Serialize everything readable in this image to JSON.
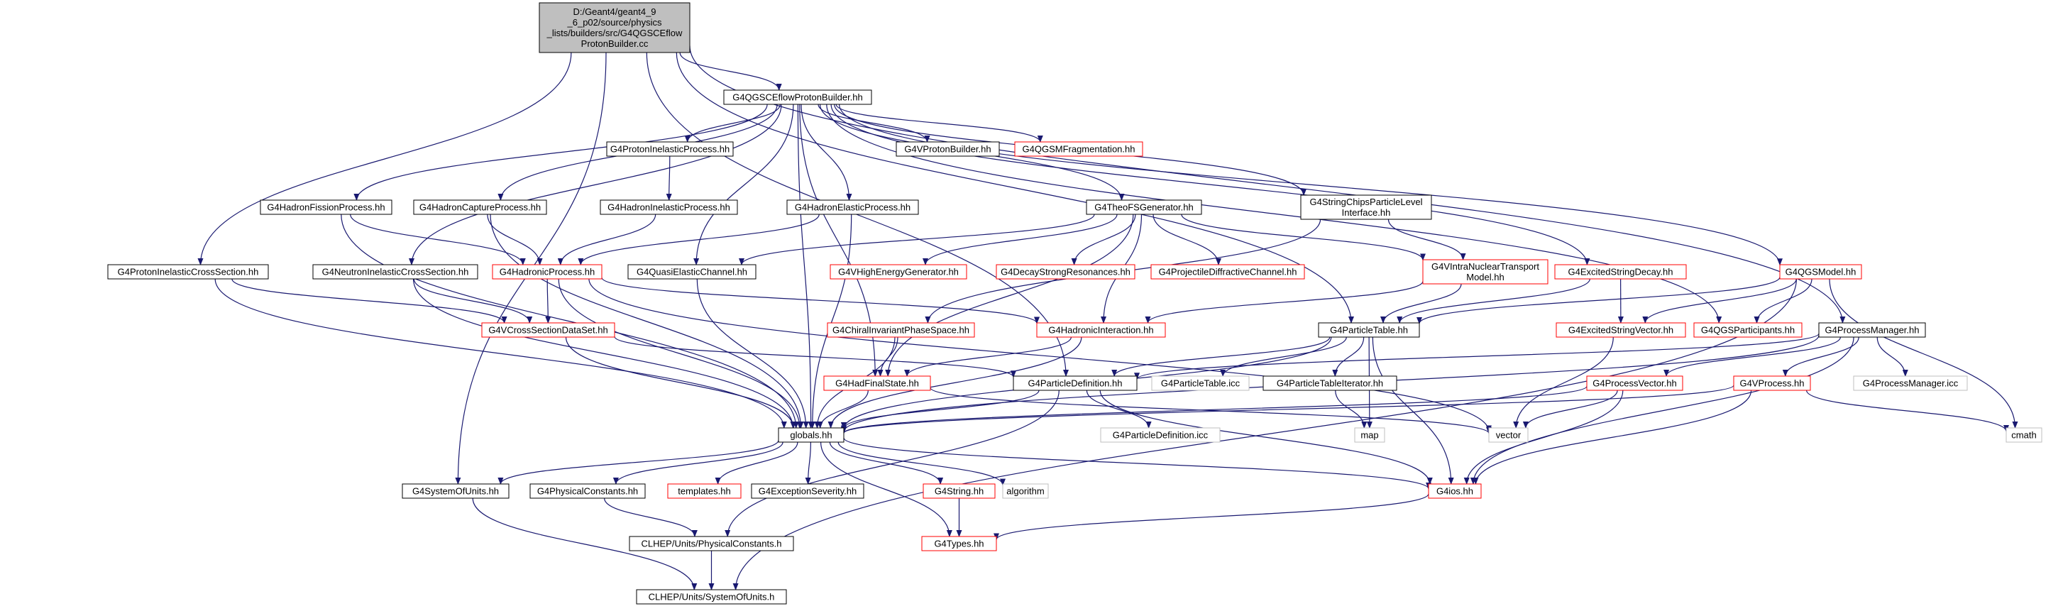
{
  "colors": {
    "edge": "#191970",
    "root_fill": "#bfbfbf",
    "documented": "#000000",
    "undocumented": "#ff0000",
    "system": "#bfbfbf"
  },
  "nodes": [
    {
      "id": "root",
      "lines": [
        "D:/Geant4/geant4_9",
        "_6_p02/source/physics",
        "_lists/builders/src/G4QGSCEflow",
        "ProtonBuilder.cc"
      ],
      "kind": "root"
    },
    {
      "id": "n_main",
      "lines": [
        "G4QGSCEflowProtonBuilder.hh"
      ],
      "kind": "doc"
    },
    {
      "id": "n_pip",
      "lines": [
        "G4ProtonInelasticProcess.hh"
      ],
      "kind": "doc"
    },
    {
      "id": "n_vpb",
      "lines": [
        "G4VProtonBuilder.hh"
      ],
      "kind": "doc"
    },
    {
      "id": "n_qgsmf",
      "lines": [
        "G4QGSMFragmentation.hh"
      ],
      "kind": "red"
    },
    {
      "id": "n_hip",
      "lines": [
        "G4HadronInelasticProcess.hh"
      ],
      "kind": "doc"
    },
    {
      "id": "n_hfp",
      "lines": [
        "G4HadronFissionProcess.hh"
      ],
      "kind": "doc"
    },
    {
      "id": "n_hcp",
      "lines": [
        "G4HadronCaptureProcess.hh"
      ],
      "kind": "doc"
    },
    {
      "id": "n_hep",
      "lines": [
        "G4HadronElasticProcess.hh"
      ],
      "kind": "doc"
    },
    {
      "id": "n_tfs",
      "lines": [
        "G4TheoFSGenerator.hh"
      ],
      "kind": "doc"
    },
    {
      "id": "n_scp",
      "lines": [
        "G4StringChipsParticleLevel",
        "Interface.hh"
      ],
      "kind": "doc"
    },
    {
      "id": "n_picx",
      "lines": [
        "G4ProtonInelasticCrossSection.hh"
      ],
      "kind": "doc"
    },
    {
      "id": "n_nicx",
      "lines": [
        "G4NeutronInelasticCrossSection.hh"
      ],
      "kind": "doc"
    },
    {
      "id": "n_hp",
      "lines": [
        "G4HadronicProcess.hh"
      ],
      "kind": "red"
    },
    {
      "id": "n_qec",
      "lines": [
        "G4QuasiElasticChannel.hh"
      ],
      "kind": "doc"
    },
    {
      "id": "n_vheg",
      "lines": [
        "G4VHighEnergyGenerator.hh"
      ],
      "kind": "red"
    },
    {
      "id": "n_dsr",
      "lines": [
        "G4DecayStrongResonances.hh"
      ],
      "kind": "red"
    },
    {
      "id": "n_pdc",
      "lines": [
        "G4ProjectileDiffractiveChannel.hh"
      ],
      "kind": "red"
    },
    {
      "id": "n_vint",
      "lines": [
        "G4VIntraNuclearTransport",
        "Model.hh"
      ],
      "kind": "red"
    },
    {
      "id": "n_esd",
      "lines": [
        "G4ExcitedStringDecay.hh"
      ],
      "kind": "red"
    },
    {
      "id": "n_qgsm",
      "lines": [
        "G4QGSModel.hh"
      ],
      "kind": "red"
    },
    {
      "id": "n_vcsds",
      "lines": [
        "G4VCrossSectionDataSet.hh"
      ],
      "kind": "red"
    },
    {
      "id": "n_cips",
      "lines": [
        "G4ChiralInvariantPhaseSpace.hh"
      ],
      "kind": "red"
    },
    {
      "id": "n_hi",
      "lines": [
        "G4HadronicInteraction.hh"
      ],
      "kind": "red"
    },
    {
      "id": "n_pt",
      "lines": [
        "G4ParticleTable.hh"
      ],
      "kind": "doc"
    },
    {
      "id": "n_esv",
      "lines": [
        "G4ExcitedStringVector.hh"
      ],
      "kind": "red"
    },
    {
      "id": "n_qgsp",
      "lines": [
        "G4QGSParticipants.hh"
      ],
      "kind": "red"
    },
    {
      "id": "n_pm",
      "lines": [
        "G4ProcessManager.hh"
      ],
      "kind": "doc"
    },
    {
      "id": "n_hfs",
      "lines": [
        "G4HadFinalState.hh"
      ],
      "kind": "red"
    },
    {
      "id": "n_pd",
      "lines": [
        "G4ParticleDefinition.hh"
      ],
      "kind": "doc"
    },
    {
      "id": "n_pticc",
      "lines": [
        "G4ParticleTable.icc"
      ],
      "kind": "gray"
    },
    {
      "id": "n_pti",
      "lines": [
        "G4ParticleTableIterator.hh"
      ],
      "kind": "doc"
    },
    {
      "id": "n_pv",
      "lines": [
        "G4ProcessVector.hh"
      ],
      "kind": "red"
    },
    {
      "id": "n_vp",
      "lines": [
        "G4VProcess.hh"
      ],
      "kind": "red"
    },
    {
      "id": "n_pmicc",
      "lines": [
        "G4ProcessManager.icc"
      ],
      "kind": "gray"
    },
    {
      "id": "n_globals",
      "lines": [
        "globals.hh"
      ],
      "kind": "doc"
    },
    {
      "id": "n_pdicc",
      "lines": [
        "G4ParticleDefinition.icc"
      ],
      "kind": "gray"
    },
    {
      "id": "n_map",
      "lines": [
        "map"
      ],
      "kind": "gray"
    },
    {
      "id": "n_vector",
      "lines": [
        "vector"
      ],
      "kind": "gray"
    },
    {
      "id": "n_cmath",
      "lines": [
        "cmath"
      ],
      "kind": "gray"
    },
    {
      "id": "n_sou",
      "lines": [
        "G4SystemOfUnits.hh"
      ],
      "kind": "doc"
    },
    {
      "id": "n_pc",
      "lines": [
        "G4PhysicalConstants.hh"
      ],
      "kind": "doc"
    },
    {
      "id": "n_templ",
      "lines": [
        "templates.hh"
      ],
      "kind": "red"
    },
    {
      "id": "n_exsev",
      "lines": [
        "G4ExceptionSeverity.hh"
      ],
      "kind": "doc"
    },
    {
      "id": "n_str",
      "lines": [
        "G4String.hh"
      ],
      "kind": "red"
    },
    {
      "id": "n_algo",
      "lines": [
        "algorithm"
      ],
      "kind": "gray"
    },
    {
      "id": "n_ios",
      "lines": [
        "G4ios.hh"
      ],
      "kind": "red"
    },
    {
      "id": "n_clpc",
      "lines": [
        "CLHEP/Units/PhysicalConstants.h"
      ],
      "kind": "doc"
    },
    {
      "id": "n_types",
      "lines": [
        "G4Types.hh"
      ],
      "kind": "red"
    },
    {
      "id": "n_clsou",
      "lines": [
        "CLHEP/Units/SystemOfUnits.h"
      ],
      "kind": "doc"
    }
  ]
}
